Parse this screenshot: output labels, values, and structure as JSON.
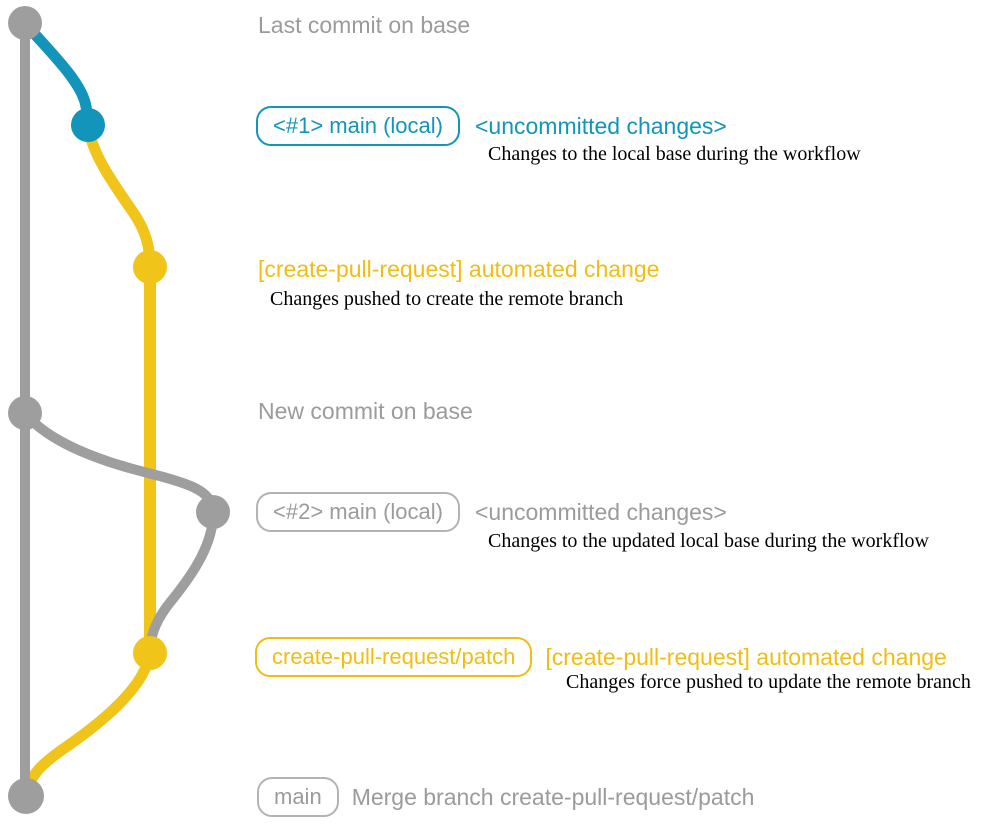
{
  "colors": {
    "graph_gray": "#9e9e9e",
    "graph_blue": "#1394bb",
    "graph_yellow": "#f0c419",
    "text_gray": "#9b9b9b",
    "text_blue": "#1394bb",
    "text_yellow": "#f0bd12",
    "description_black": "#000000",
    "background": "#ffffff"
  },
  "graph": {
    "nodes": [
      {
        "name": "last-commit-on-base",
        "color": "gray"
      },
      {
        "name": "commit-1-local-main",
        "color": "blue"
      },
      {
        "name": "commit-create-pull-request",
        "color": "yellow"
      },
      {
        "name": "new-commit-on-base",
        "color": "gray"
      },
      {
        "name": "commit-2-local-main",
        "color": "gray"
      },
      {
        "name": "commit-patch-force-pushed",
        "color": "yellow"
      },
      {
        "name": "merge-commit",
        "color": "gray"
      }
    ]
  },
  "annotations": {
    "header_top": "Last commit on base",
    "header_mid": "New commit on base",
    "row1": {
      "badge": "<#1> main (local)",
      "title": "<uncommitted changes>",
      "description": "Changes to the local base during the workflow"
    },
    "row2": {
      "title": "[create-pull-request] automated change",
      "description": "Changes pushed to create the remote branch"
    },
    "row3": {
      "badge": "<#2> main (local)",
      "title": "<uncommitted changes>",
      "description": "Changes to the updated local base during the workflow"
    },
    "row4": {
      "badge": "create-pull-request/patch",
      "title": "[create-pull-request] automated change",
      "description": "Changes force pushed to update the remote branch"
    },
    "row5": {
      "badge": "main",
      "title": "Merge branch create-pull-request/patch"
    }
  }
}
